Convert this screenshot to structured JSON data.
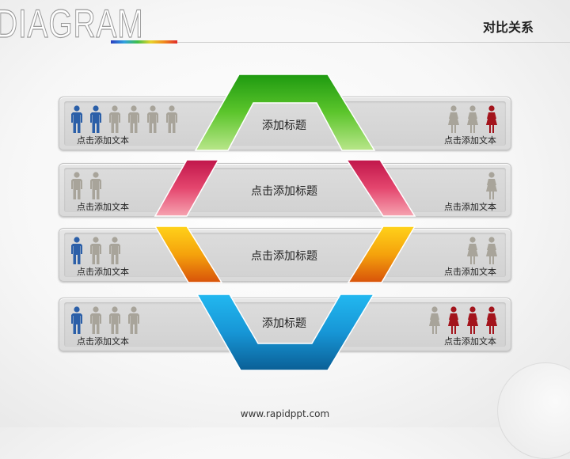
{
  "header": {
    "logo": "DIAGRAM",
    "title": "对比关系"
  },
  "rows": [
    {
      "label": "添加标题",
      "left_caption": "点击添加文本",
      "right_caption": "点击添加文本",
      "left_figures": [
        "blue",
        "blue",
        "grey",
        "grey",
        "grey",
        "grey"
      ],
      "right_figures": [
        "grey",
        "grey",
        "red"
      ]
    },
    {
      "label": "点击添加标题",
      "left_caption": "点击添加文本",
      "right_caption": "点击添加文本",
      "left_figures": [
        "grey",
        "grey"
      ],
      "right_figures": [
        "grey"
      ]
    },
    {
      "label": "点击添加标题",
      "left_caption": "点击添加文本",
      "right_caption": "点击添加文本",
      "left_figures": [
        "blue",
        "grey",
        "grey"
      ],
      "right_figures": [
        "grey",
        "grey"
      ]
    },
    {
      "label": "添加标题",
      "left_caption": "点击添加文本",
      "right_caption": "点击添加文本",
      "left_figures": [
        "blue",
        "grey",
        "grey",
        "grey"
      ],
      "right_figures": [
        "grey",
        "red",
        "red",
        "red"
      ]
    }
  ],
  "colors": {
    "green": "#3db51a",
    "pink": "#d9325f",
    "orange": "#f2a20c",
    "blue": "#1aa3e0",
    "figure_blue": "#2b5fa8",
    "figure_grey": "#a8a49a",
    "figure_red": "#a3141c"
  },
  "footer": "www.rapidppt.com"
}
